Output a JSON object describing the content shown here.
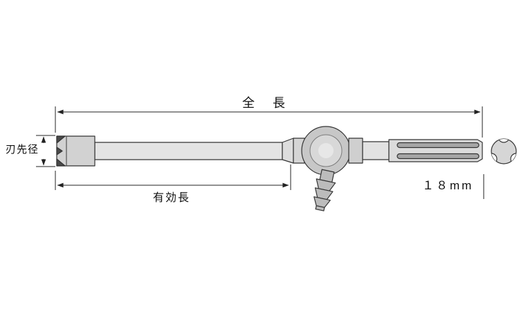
{
  "diagram": {
    "labels": {
      "total_length": "全　長",
      "tip_diameter": "刃先径",
      "effective_length": "有効長",
      "shank_size": "１８mm"
    },
    "colors": {
      "line": "#222222",
      "outline": "#333333",
      "body_fill": "#e4e4e4",
      "tip_fill": "#d2d2d2",
      "hub_fill": "#c7c7c7",
      "hub_inner_fill": "#d8d8d8",
      "nipple_fill": "#bcbcbc",
      "slot_fill": "#a6a6a6",
      "cross_section_fill": "#d6d6d6",
      "background": "#ffffff"
    }
  }
}
